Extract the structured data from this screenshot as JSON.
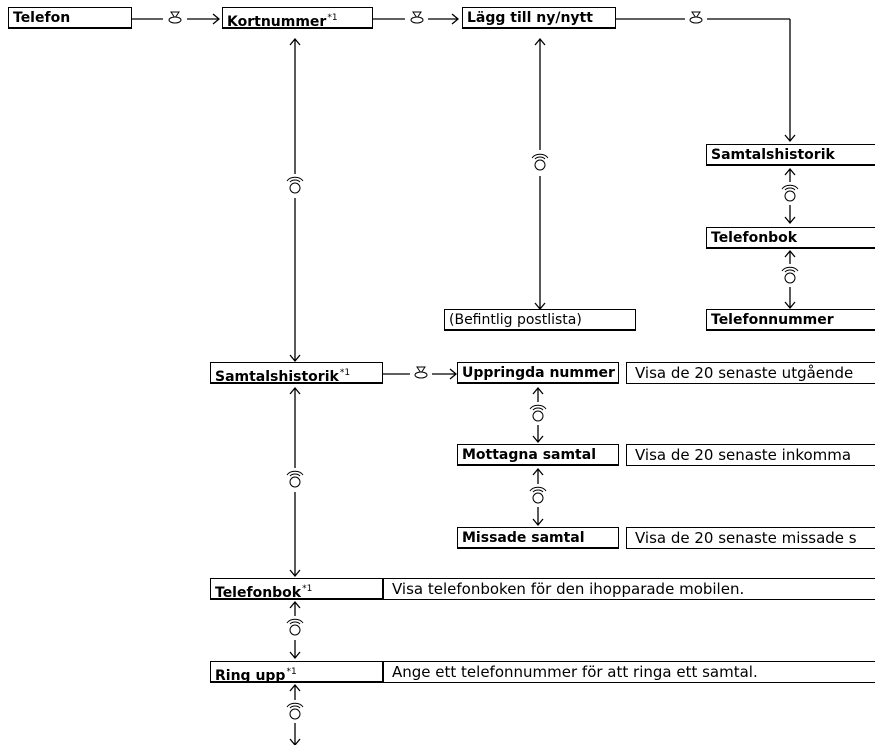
{
  "nodes": {
    "telefon": {
      "label": "Telefon"
    },
    "kortnummer": {
      "label": "Kortnummer",
      "note": "*1"
    },
    "lagg_till": {
      "label": "Lägg till ny/nytt"
    },
    "samtalshistorik_right": {
      "label": "Samtalshistorik"
    },
    "telefonbok_right": {
      "label": "Telefonbok"
    },
    "telefonnummer_right": {
      "label": "Telefonnummer"
    },
    "befintlig_postlista": {
      "label": "(Befintlig postlista)"
    },
    "samtalshistorik_main": {
      "label": "Samtalshistorik",
      "note": "*1"
    },
    "uppringda": {
      "label": "Uppringda nummer",
      "desc": "Visa de 20 senaste utgående"
    },
    "mottagna": {
      "label": "Mottagna samtal",
      "desc": "Visa de 20 senaste inkomma"
    },
    "missade": {
      "label": "Missade samtal",
      "desc": "Visa de 20 senaste missade s"
    },
    "telefonbok_main": {
      "label": "Telefonbok",
      "note": "*1",
      "desc": "Visa telefonboken för den ihopparade mobilen."
    },
    "ring_upp": {
      "label": "Ring upp",
      "note": "*1",
      "desc": "Ange ett telefonnummer för att ringa ett samtal."
    }
  }
}
